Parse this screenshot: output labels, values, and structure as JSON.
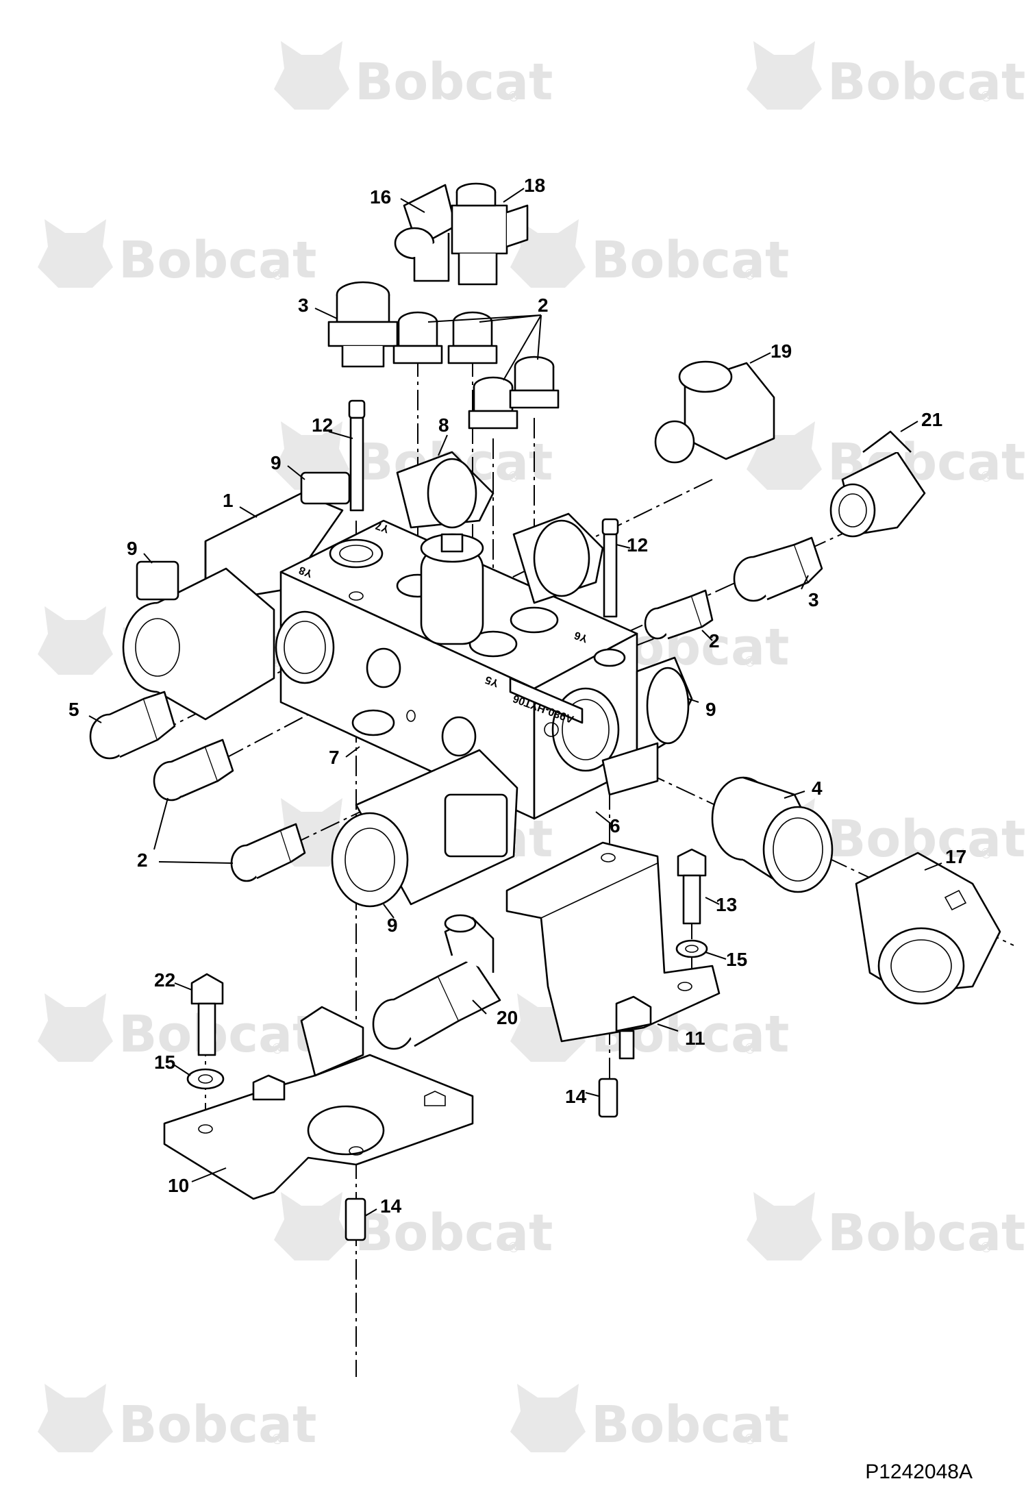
{
  "watermark": {
    "brand": "Bobcat",
    "registered_mark": "®"
  },
  "drawing_number": "P1242048A",
  "block_markings": {
    "y7": "Y7",
    "y8": "Y8",
    "y6": "Y6",
    "y5": "Y5",
    "plate": "A980-HYT06"
  },
  "callouts": [
    "1",
    "2",
    "2",
    "2",
    "3",
    "3",
    "4",
    "5",
    "6",
    "7",
    "8",
    "9",
    "9",
    "9",
    "9",
    "10",
    "11",
    "12",
    "12",
    "13",
    "14",
    "14",
    "15",
    "15",
    "16",
    "17",
    "18",
    "19",
    "20",
    "21",
    "22"
  ]
}
